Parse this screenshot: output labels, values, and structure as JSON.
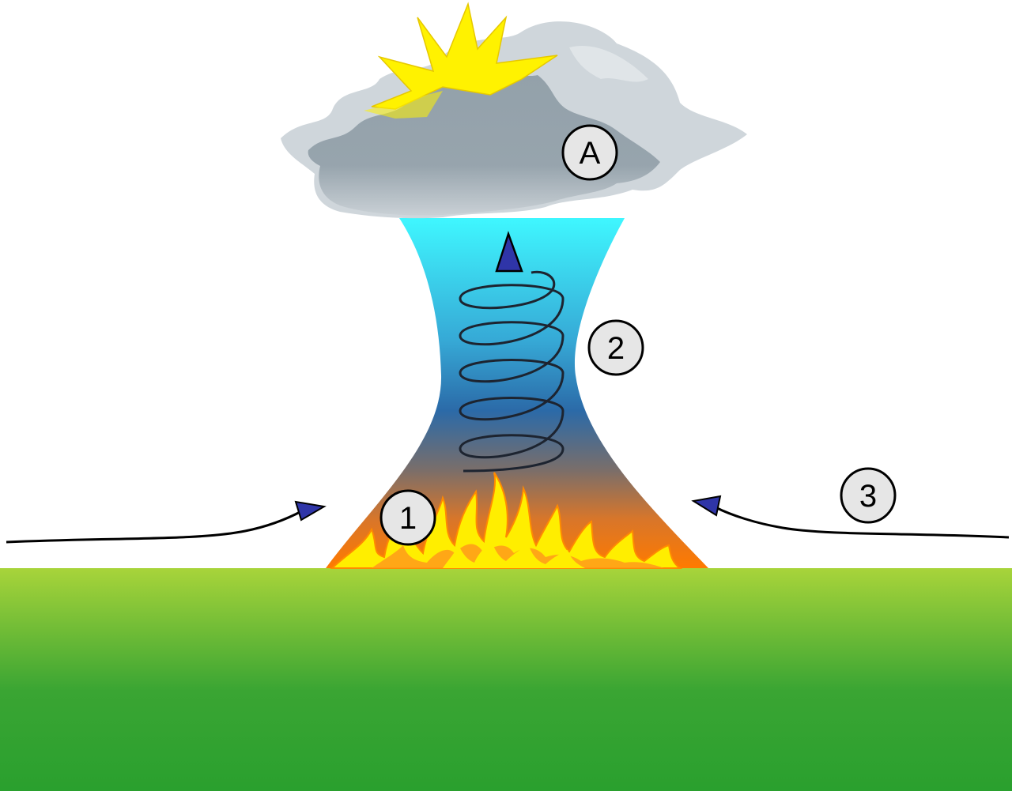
{
  "labels": {
    "cloud": "A",
    "fire": "1",
    "column": "2",
    "inflow": "3"
  },
  "colors": {
    "ground_top": "#a8d43a",
    "ground_bottom": "#2aa02e",
    "column_top": "#3ff7ff",
    "column_middle": "#2b6aa8",
    "column_bottom": "#ff7a00",
    "flame_outer": "#ffee00",
    "flame_inner": "#ff8a00",
    "cloud_dark": "#8e9ca6",
    "cloud_light": "#cfd6db",
    "sun": "#fff200",
    "arrow": "#2f35a8",
    "label_fill": "#e6e6e6"
  },
  "icons": [
    "cloud-icon",
    "sun-icon",
    "flame-icon",
    "spiral-arrow-icon",
    "inflow-arrow-icon"
  ]
}
